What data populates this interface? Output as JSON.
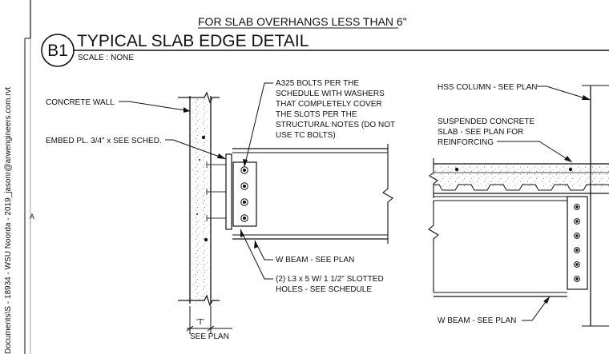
{
  "header": {
    "top_note": "FOR SLAB OVERHANGS LESS THAN 6\"",
    "detail_id": "B1",
    "title": "TYPICAL SLAB EDGE DETAIL",
    "scale": "SCALE : NONE"
  },
  "sidebar": {
    "file_path": "Documents\\S - 18934 - WSU Noorda - 2019_jasonr@arwengineers.com.rvt",
    "row_mark": "A"
  },
  "left_detail": {
    "callouts": {
      "concrete_wall": "CONCRETE WALL",
      "embed_plate": "EMBED PL. 3/4\" x SEE SCHED.",
      "bolts": [
        "A325 BOLTS PER THE",
        "SCHEDULE WITH WASHERS",
        "THAT COMPLETELY COVER",
        "THE SLOTS PER THE",
        "STRUCTURAL NOTES (DO NOT",
        "USE TC BOLTS)"
      ],
      "w_beam": "W BEAM - SEE PLAN",
      "angles": [
        "(2) L3 x 5 W/ 1 1/2\" SLOTTED",
        "HOLES - SEE SCHEDULE"
      ]
    },
    "dimension": {
      "value": "'T'",
      "note": "SEE PLAN"
    }
  },
  "right_detail": {
    "callouts": {
      "hss_column": "HSS COLUMN - SEE PLAN",
      "slab": [
        "SUSPENDED CONCRETE",
        "SLAB - SEE PLAN FOR",
        "REINFORCING"
      ],
      "w_beam": "W BEAM - SEE PLAN"
    }
  }
}
